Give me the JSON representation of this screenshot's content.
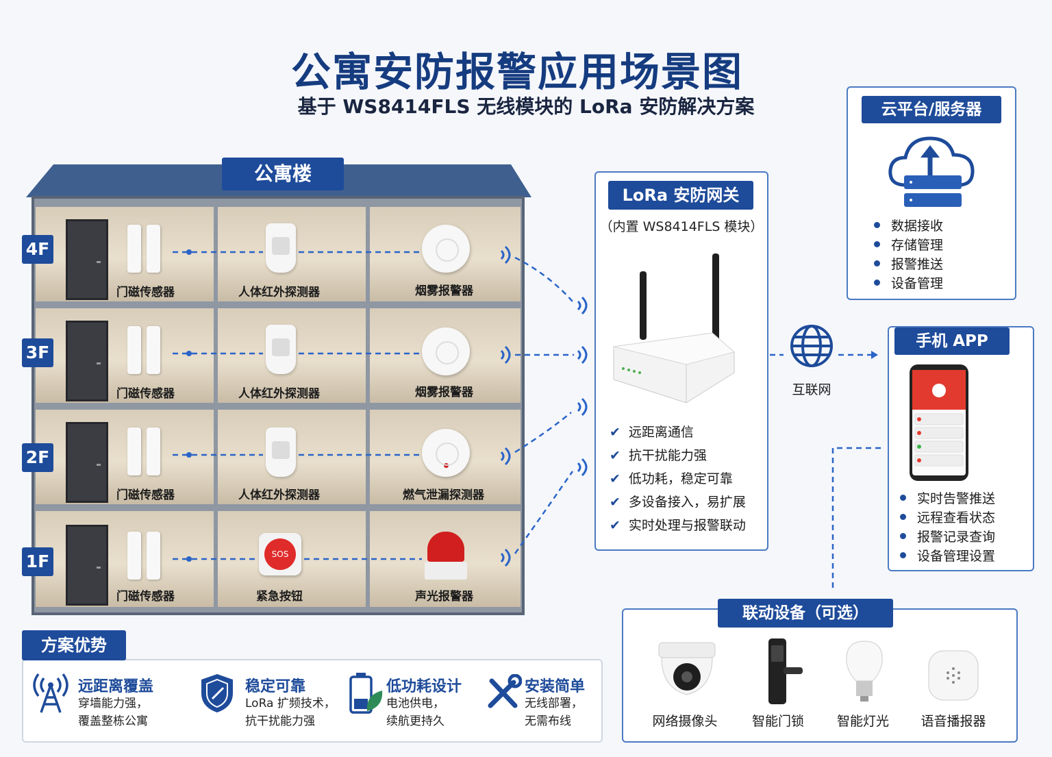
{
  "header": {
    "title": "公寓安防报警应用场景图",
    "subtitle": "基于 WS8414FLS 无线模块的 LoRa 安防解决方案"
  },
  "building": {
    "label": "公寓楼",
    "floors": [
      {
        "tag": "4F",
        "devices": [
          "门磁传感器",
          "人体红外探测器",
          "烟雾报警器"
        ]
      },
      {
        "tag": "3F",
        "devices": [
          "门磁传感器",
          "人体红外探测器",
          "烟雾报警器"
        ]
      },
      {
        "tag": "2F",
        "devices": [
          "门磁传感器",
          "人体红外探测器",
          "燃气泄漏探测器"
        ]
      },
      {
        "tag": "1F",
        "devices": [
          "门磁传感器",
          "紧急按钮",
          "声光报警器"
        ]
      }
    ],
    "sos_text": "SOS"
  },
  "gateway": {
    "title": "LoRa 安防网关",
    "subtitle": "（内置 WS8414FLS 模块）",
    "features": [
      "远距离通信",
      "抗干扰能力强",
      "低功耗，稳定可靠",
      "多设备接入，易扩展",
      "实时处理与报警联动"
    ]
  },
  "internet": {
    "label": "互联网"
  },
  "cloud": {
    "title": "云平台/服务器",
    "features": [
      "数据接收",
      "存储管理",
      "报警推送",
      "设备管理"
    ]
  },
  "app": {
    "title": "手机 APP",
    "features": [
      "实时告警推送",
      "远程查看状态",
      "报警记录查询",
      "设备管理设置"
    ]
  },
  "linkage": {
    "title": "联动设备（可选）",
    "devices": [
      "网络摄像头",
      "智能门锁",
      "智能灯光",
      "语音播报器"
    ]
  },
  "advantages": {
    "title": "方案优势",
    "items": [
      {
        "title": "远距离覆盖",
        "line1": "穿墙能力强，",
        "line2": "覆盖整栋公寓"
      },
      {
        "title": "稳定可靠",
        "line1": "LoRa 扩频技术，",
        "line2": "抗干扰能力强"
      },
      {
        "title": "低功耗设计",
        "line1": "电池供电，",
        "line2": "续航更持久"
      },
      {
        "title": "安装简单",
        "line1": "无线部署，",
        "line2": "无需布线"
      }
    ]
  },
  "colors": {
    "primary": "#1e4b9a",
    "link": "#2a64c8",
    "alarm": "#d11f1f"
  }
}
